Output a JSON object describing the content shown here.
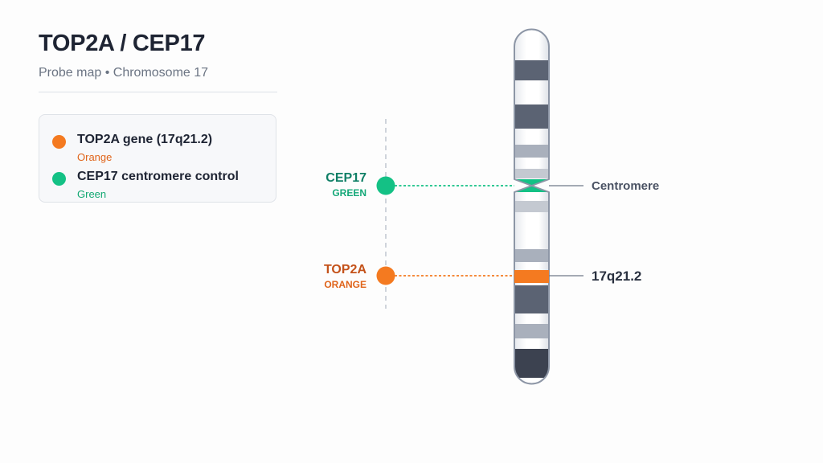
{
  "header": {
    "title": "TOP2A / CEP17",
    "subtitle": "Probe map • Chromosome 17"
  },
  "legend": {
    "items": [
      {
        "title": "TOP2A gene (17q21.2)",
        "sub": "Orange",
        "color": "#f47a20",
        "sub_color": "#e0641a"
      },
      {
        "title": "CEP17 centromere control",
        "sub": "Green",
        "color": "#14c185",
        "sub_color": "#12a872"
      }
    ]
  },
  "probes": {
    "cep17": {
      "name": "CEP17",
      "color_label": "GREEN",
      "color": "#14c185",
      "text_color": "#0f7f66",
      "sub_color": "#14a878"
    },
    "top2a": {
      "name": "TOP2A",
      "color_label": "ORANGE",
      "color": "#f47a20",
      "text_color": "#c4521a",
      "sub_color": "#e0641a"
    }
  },
  "chromosome": {
    "centromere_label": "Centromere",
    "locus_label": "17q21.2",
    "outline_color": "#8d96a6",
    "band_dark": "#5b6373",
    "band_darkest": "#3c4250",
    "band_light": "#a9b0bc",
    "band_pale": "#c4c9d1"
  }
}
